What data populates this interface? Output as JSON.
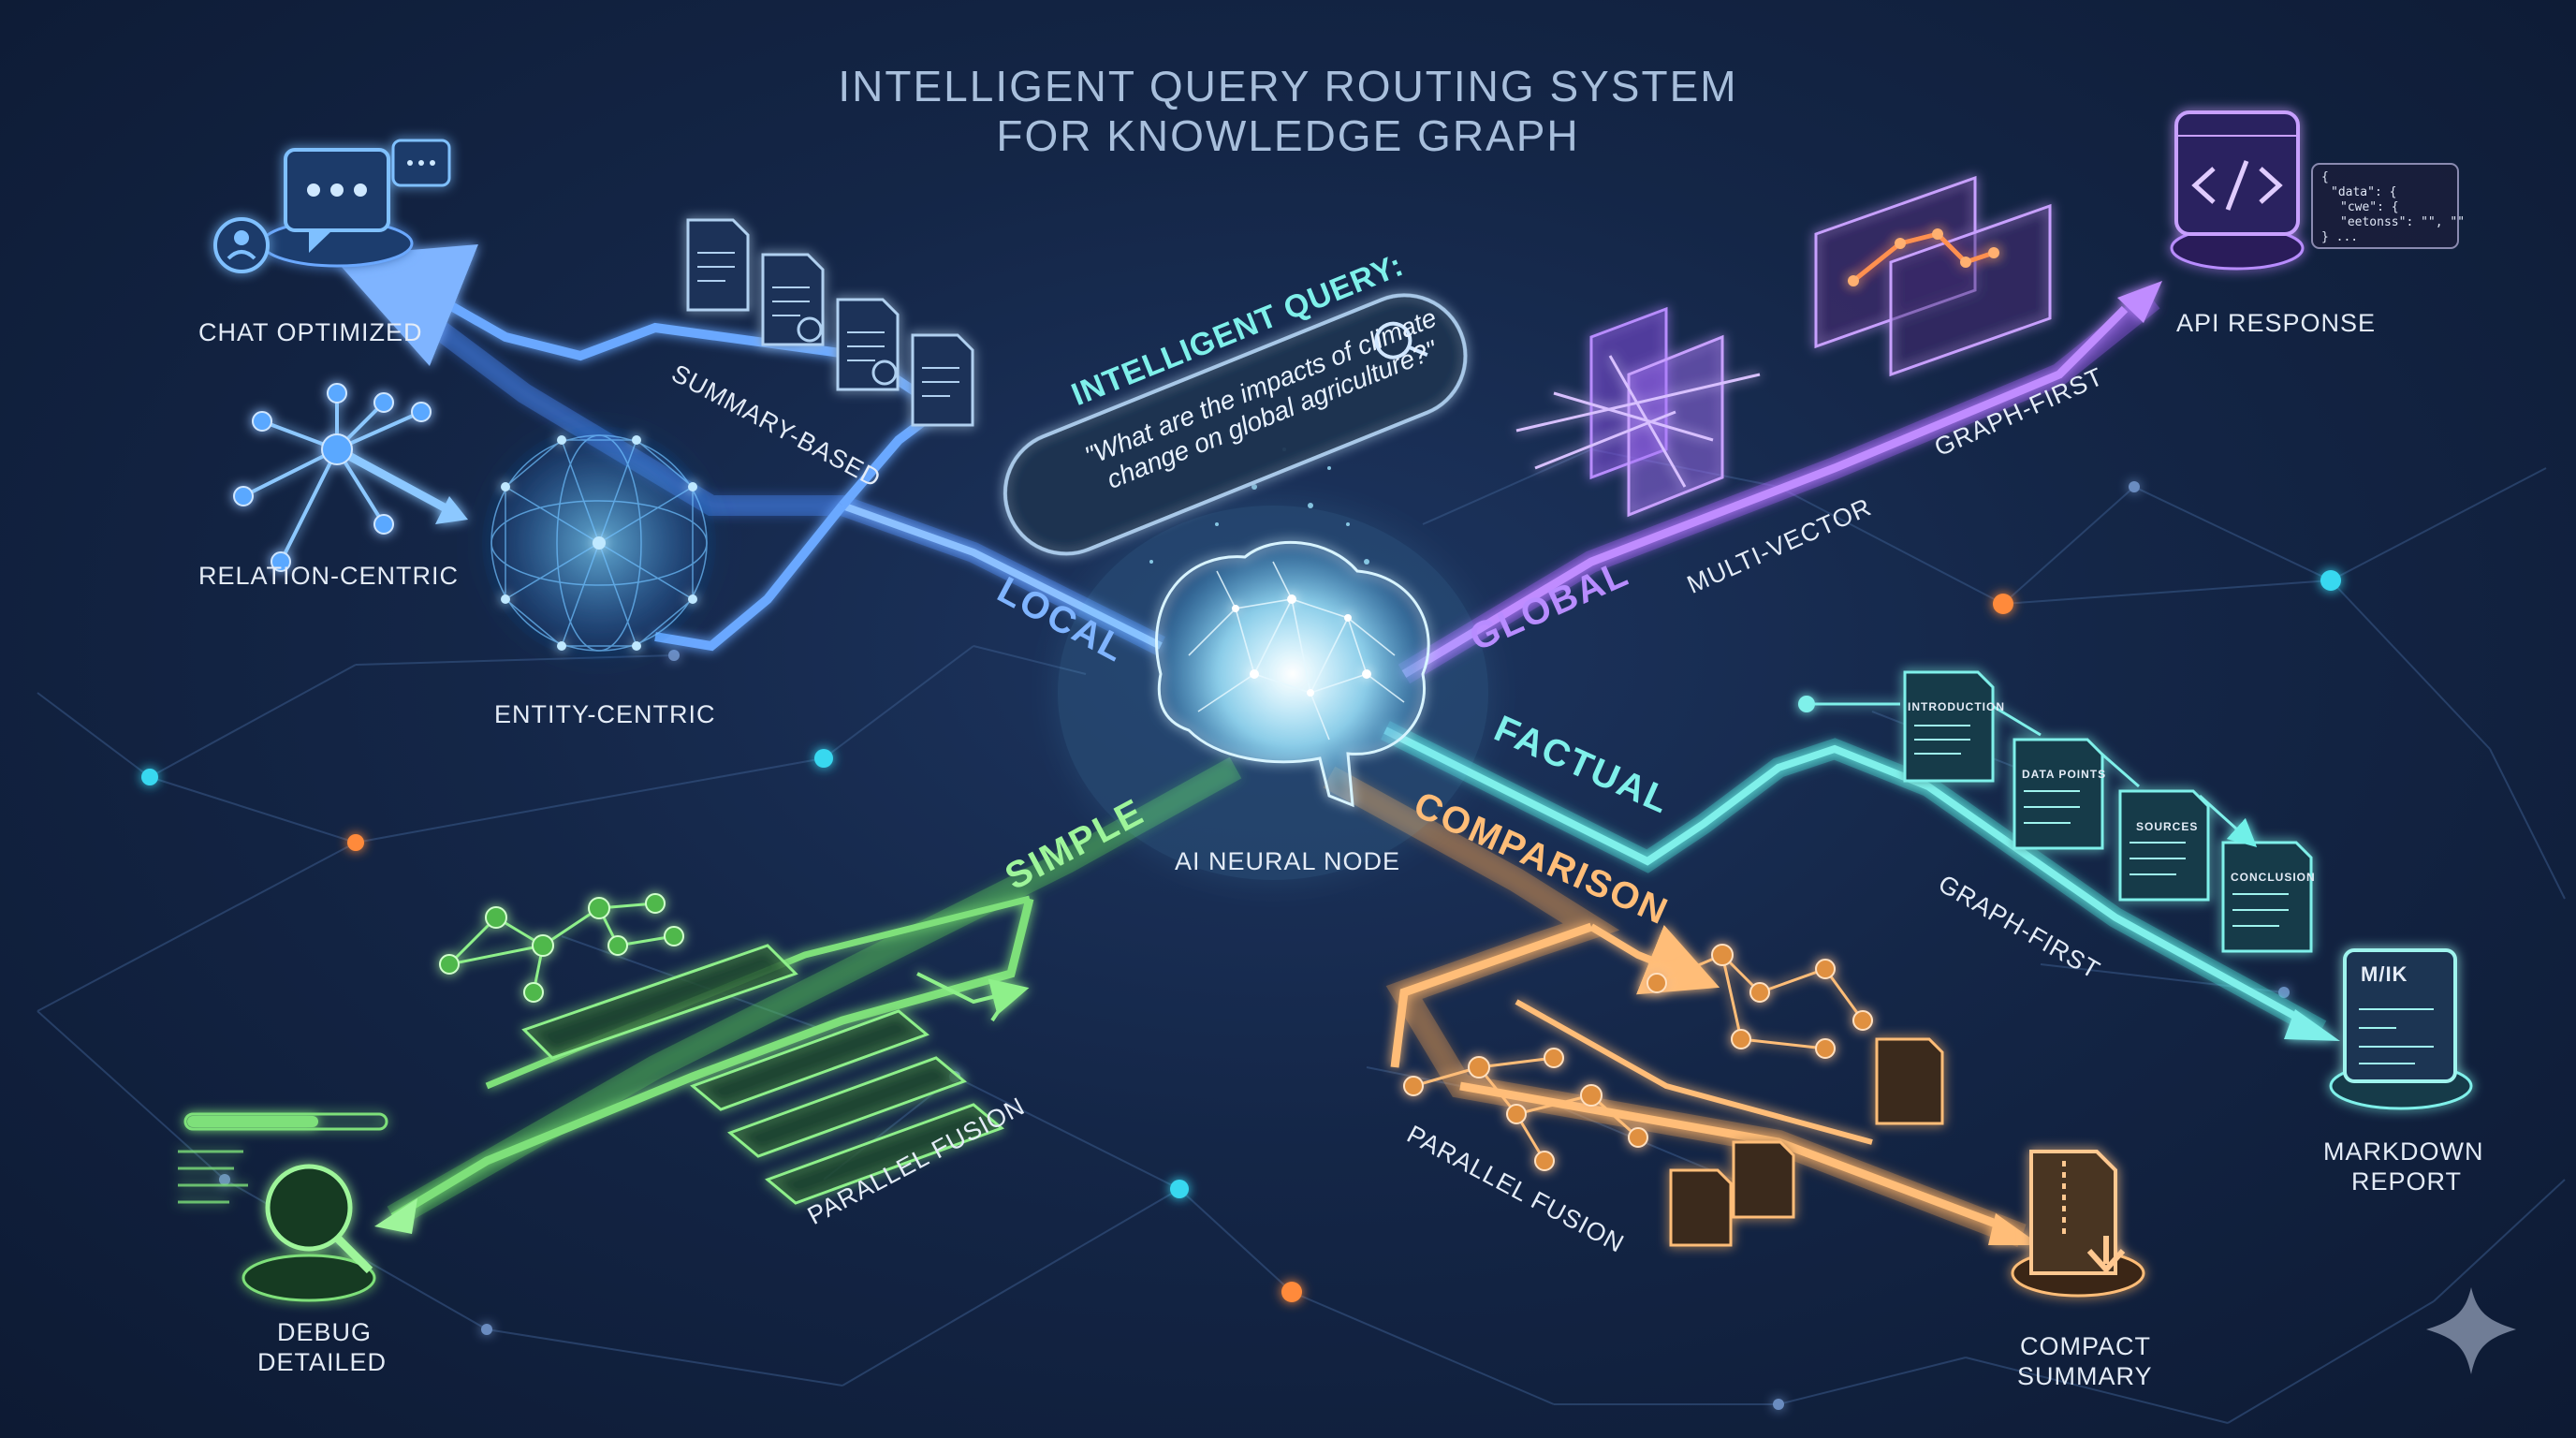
{
  "title": {
    "line1": "INTELLIGENT QUERY ROUTING SYSTEM",
    "line2": "FOR KNOWLEDGE GRAPH"
  },
  "query": {
    "label": "INTELLIGENT QUERY:",
    "line1": "\"What are the impacts of climate",
    "line2": "change on global agriculture?\""
  },
  "center": {
    "label": "AI NEURAL NODE"
  },
  "routes": {
    "local": "LOCAL",
    "global": "GLOBAL",
    "factual": "FACTUAL",
    "simple": "SIMPLE",
    "comparison": "COMPARISON"
  },
  "local_branch": {
    "strategies": [
      "SUMMARY-BASED",
      "RELATION-CENTRIC",
      "ENTITY-CENTRIC"
    ],
    "output": "CHAT OPTIMIZED"
  },
  "global_branch": {
    "strategies": [
      "MULTI-VECTOR",
      "GRAPH-FIRST"
    ],
    "output": "API RESPONSE",
    "code_lines": [
      "{",
      "\"data\": {",
      "\"cwe\": {",
      "\"eetonss\": \"\", \"\"",
      "} ..."
    ]
  },
  "factual_branch": {
    "strategy": "GRAPH-FIRST",
    "docs": [
      "INTRODUCTION",
      "DATA POINTS",
      "SOURCES",
      "CONCLUSION"
    ],
    "output_line1": "MARKDOWN",
    "output_line2": "REPORT",
    "md_badge": "M/IK"
  },
  "simple_branch": {
    "strategy": "PARALLEL FUSION",
    "output_line1": "DEBUG",
    "output_line2": "DETAILED"
  },
  "comparison_branch": {
    "strategy": "PARALLEL FUSION",
    "output_line1": "COMPACT",
    "output_line2": "SUMMARY"
  },
  "colors": {
    "local": "#4a8cff",
    "global": "#9a5cf0",
    "factual": "#3fd6d0",
    "simple": "#5ed05a",
    "comparison": "#f0a050",
    "node_cyan": "#39d8f0",
    "node_orange": "#ff8a3a",
    "title": "#a8bfdc"
  }
}
